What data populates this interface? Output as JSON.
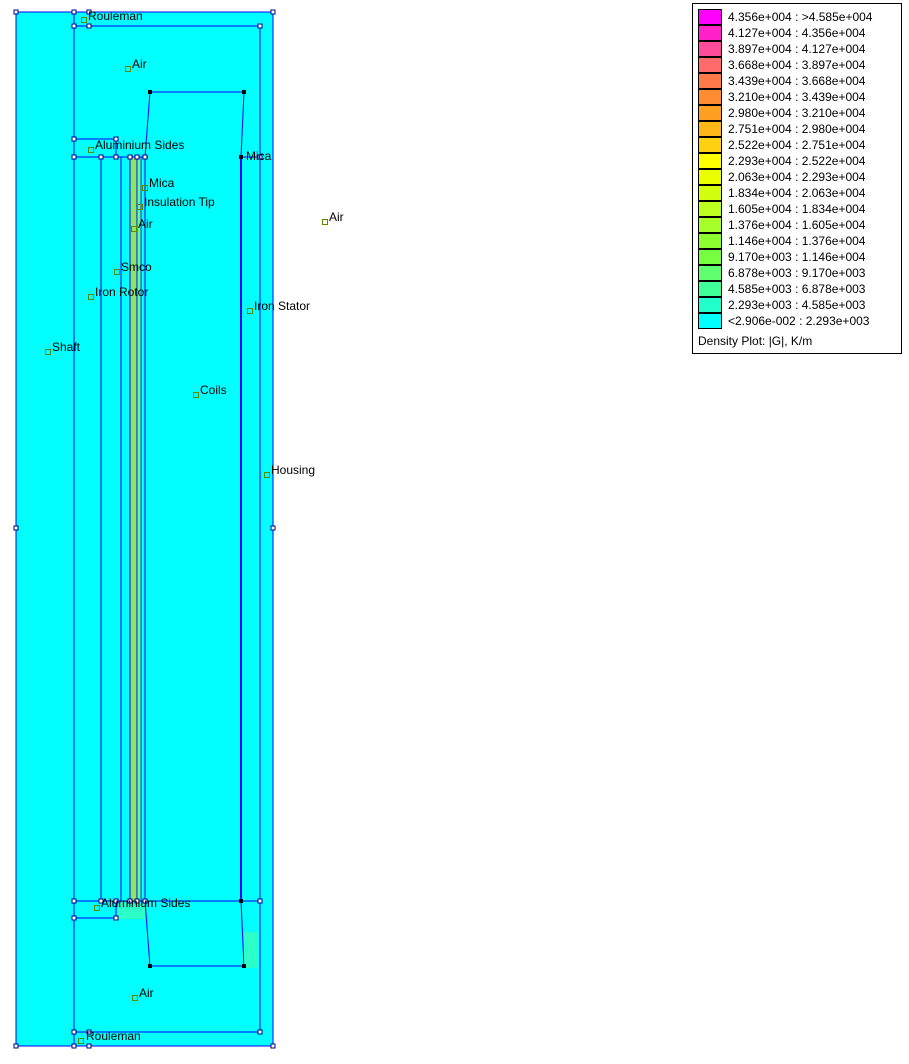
{
  "plot": {
    "background_color": "#00ffff",
    "outline_color": "#0000ff",
    "labels": {
      "rouleman_top": "Rouleman",
      "air_top": "Air",
      "aluminium_sides_top": "Aluminium Sides",
      "mica_rotor": "Mica",
      "mica_stator": "Mica",
      "insulation_tip": "Insulation Tip",
      "air_gap": "Air",
      "air_outside": "Air",
      "smco": "Smco",
      "iron_rotor": "Iron Rotor",
      "iron_stator": "Iron Stator",
      "shaft": "Shaft",
      "coils": "Coils",
      "housing": "Housing",
      "aluminium_sides_bottom": "Aluminium Sides",
      "air_bottom": "Air",
      "rouleman_bottom": "Rouleman"
    }
  },
  "legend": {
    "caption": "Density Plot: |G|, K/m",
    "entries": [
      {
        "range": "4.356e+004 : >4.585e+004",
        "color": "#ff00ff"
      },
      {
        "range": "4.127e+004 : 4.356e+004",
        "color": "#ff22c8"
      },
      {
        "range": "3.897e+004 : 4.127e+004",
        "color": "#ff4c9a"
      },
      {
        "range": "3.668e+004 : 3.897e+004",
        "color": "#ff6a6a"
      },
      {
        "range": "3.439e+004 : 3.668e+004",
        "color": "#ff7a4a"
      },
      {
        "range": "3.210e+004 : 3.439e+004",
        "color": "#ff8c30"
      },
      {
        "range": "2.980e+004 : 3.210e+004",
        "color": "#ffa020"
      },
      {
        "range": "2.751e+004 : 2.980e+004",
        "color": "#ffb818"
      },
      {
        "range": "2.522e+004 : 2.751e+004",
        "color": "#ffd010"
      },
      {
        "range": "2.293e+004 : 2.522e+004",
        "color": "#ffff00"
      },
      {
        "range": "2.063e+004 : 2.293e+004",
        "color": "#eaff00"
      },
      {
        "range": "1.834e+004 : 2.063e+004",
        "color": "#d2ff10"
      },
      {
        "range": "1.605e+004 : 1.834e+004",
        "color": "#bcff20"
      },
      {
        "range": "1.376e+004 : 1.605e+004",
        "color": "#a6ff28"
      },
      {
        "range": "1.146e+004 : 1.376e+004",
        "color": "#8cff30"
      },
      {
        "range": "9.170e+003 : 1.146e+004",
        "color": "#76ff40"
      },
      {
        "range": "6.878e+003 : 9.170e+003",
        "color": "#60ff70"
      },
      {
        "range": "4.585e+003 : 6.878e+003",
        "color": "#40ff98"
      },
      {
        "range": "2.293e+003 : 4.585e+003",
        "color": "#20ffcc"
      },
      {
        "range": "<2.906e-002 : 2.293e+003",
        "color": "#00ffff"
      }
    ]
  }
}
